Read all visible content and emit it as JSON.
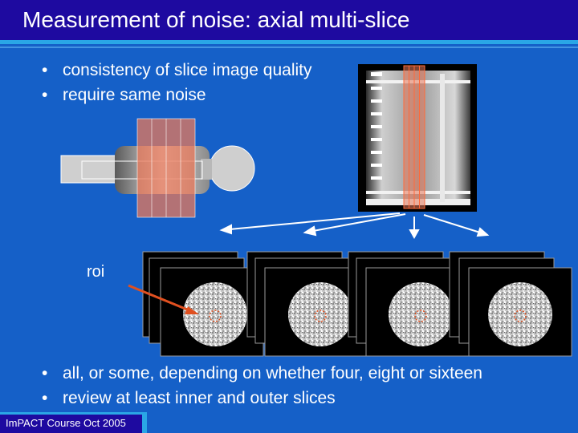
{
  "slide": {
    "title": "Measurement of noise: axial multi-slice",
    "bullets_top": [
      "consistency of slice image quality",
      "require same noise"
    ],
    "bullets_bottom": [
      "all, or some, depending on whether four, eight or sixteen",
      "review at least inner and outer slices"
    ],
    "roi_label": "roi",
    "footer": "ImPACT Course Oct 2005",
    "bullet_glyph": "•"
  },
  "colors": {
    "background": "#1560c8",
    "title_bar": "#1e0aa0",
    "accent": "#2aa6e6",
    "slice_overlay": "#e8785a",
    "arrow_roi": "#e05020"
  },
  "icons": {
    "patient": "patient-figure-icon",
    "phantom": "phantom-scanogram-icon",
    "ct_image": "ct-slice-image-icon"
  }
}
